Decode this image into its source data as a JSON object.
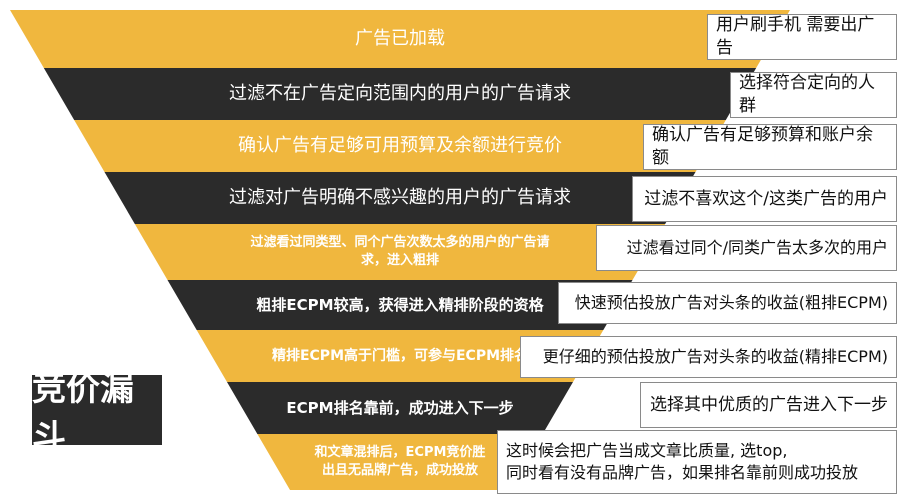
{
  "colors": {
    "gold": "#f0b73e",
    "dark": "#2b2b2b",
    "note_border": "#8a8a8a"
  },
  "title": "竞价漏斗",
  "stages": [
    {
      "label": "广告已加载",
      "note": "用户刷手机 需要出广告",
      "color": "gold"
    },
    {
      "label": "过滤不在广告定向范围内的用户的广告请求",
      "note": "选择符合定向的人群",
      "color": "dark"
    },
    {
      "label": "确认广告有足够可用预算及余额进行竞价",
      "note": "确认广告有足够预算和账户余额",
      "color": "gold"
    },
    {
      "label": "过滤对广告明确不感兴趣的用户的广告请求",
      "note": "过滤不喜欢这个/这类广告的用户",
      "color": "dark"
    },
    {
      "label": "过滤看过同类型、同个广告次数太多的用户的广告请\n求，进入粗排",
      "note": "过滤看过同个/同类广告太多次的用户",
      "color": "gold"
    },
    {
      "label": "粗排ECPM较高，获得进入精排阶段的资格",
      "note": "快速预估投放广告对头条的收益(粗排ECPM)",
      "color": "dark"
    },
    {
      "label": "精排ECPM高于门槛，可参与ECPM排名",
      "note": "更仔细的预估投放广告对头条的收益(精排ECPM)",
      "color": "gold"
    },
    {
      "label": "ECPM排名靠前，成功进入下一步",
      "note": "选择其中优质的广告进入下一步",
      "color": "dark"
    },
    {
      "label": "和文章混排后，ECPM竞价胜\n出且无品牌广告，成功投放",
      "note": "这时候会把广告当成文章比质量, 选top,\n同时看有没有品牌广告，如果排名靠前则成功投放",
      "color": "gold"
    }
  ]
}
